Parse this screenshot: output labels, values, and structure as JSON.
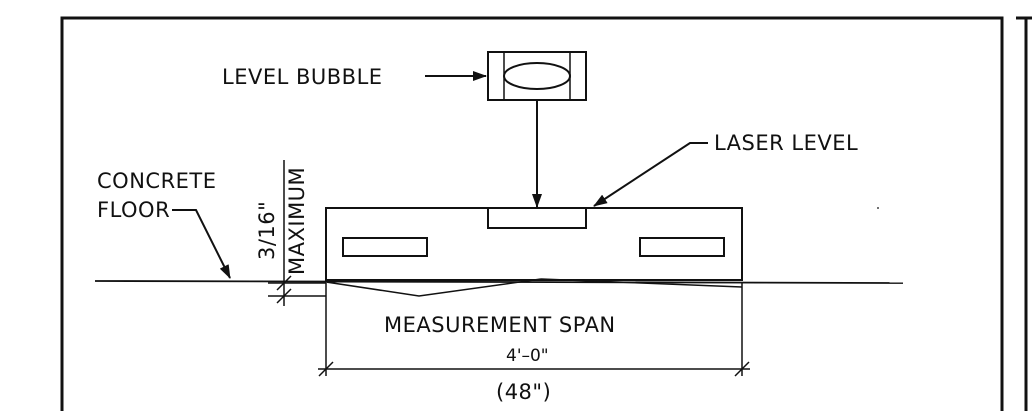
{
  "labels": {
    "level_bubble": "LEVEL BUBBLE",
    "laser_level": "LASER LEVEL",
    "concrete": "CONCRETE",
    "floor": "FLOOR",
    "fraction": "3/16\"",
    "maximum": "MAXIMUM",
    "measurement_span": "MEASUREMENT SPAN",
    "span_feet": "4'–0\"",
    "span_inches": "(48\")"
  }
}
